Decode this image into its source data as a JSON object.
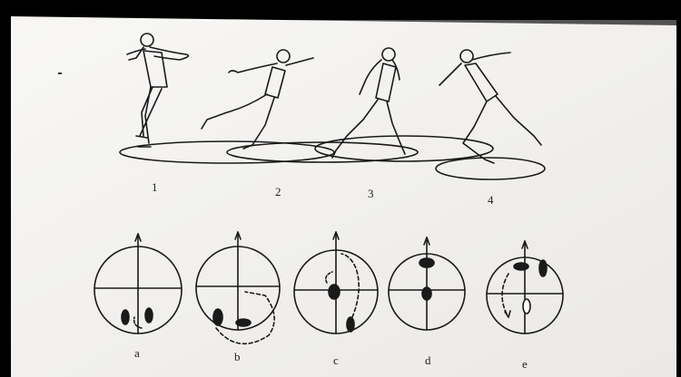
{
  "figure": {
    "stage_labels": [
      "1",
      "2",
      "3",
      "4"
    ],
    "footwork_labels": [
      "a",
      "b",
      "c",
      "d",
      "e"
    ]
  },
  "colors": {
    "frame": "#000000",
    "paper": "#f4f3f0",
    "ink": "#1a1a1a"
  }
}
